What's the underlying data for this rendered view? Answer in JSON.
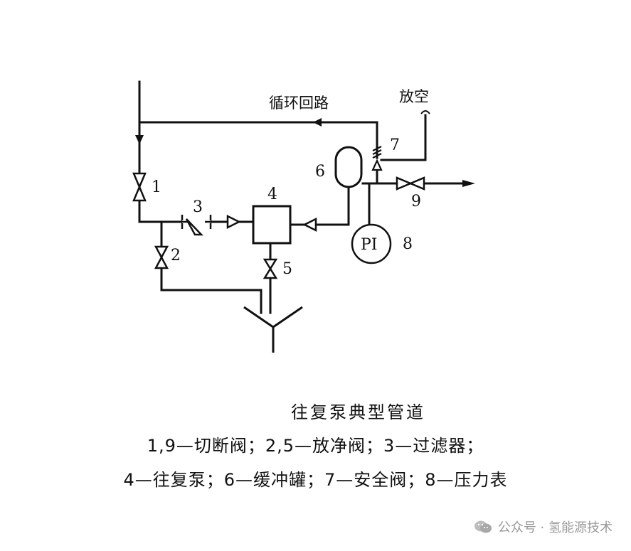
{
  "diagram": {
    "labels": {
      "recirc": "循环回路",
      "vent": "放空",
      "n1": "1",
      "n2": "2",
      "n3": "3",
      "n4": "4",
      "n5": "5",
      "n6": "6",
      "n7": "7",
      "n8": "8",
      "n9": "9",
      "pi": "PI"
    }
  },
  "caption": {
    "title": "往复泵典型管道",
    "line1": "1,9—切断阀；2,5—放净阀；3—过滤器；",
    "line2": "4—往复泵；6—缓冲罐；7—安全阀；8—压力表"
  },
  "watermark": {
    "text": "公众号 · 氢能源技术",
    "icon": "wechat-icon",
    "color": "#9a9a9a"
  }
}
